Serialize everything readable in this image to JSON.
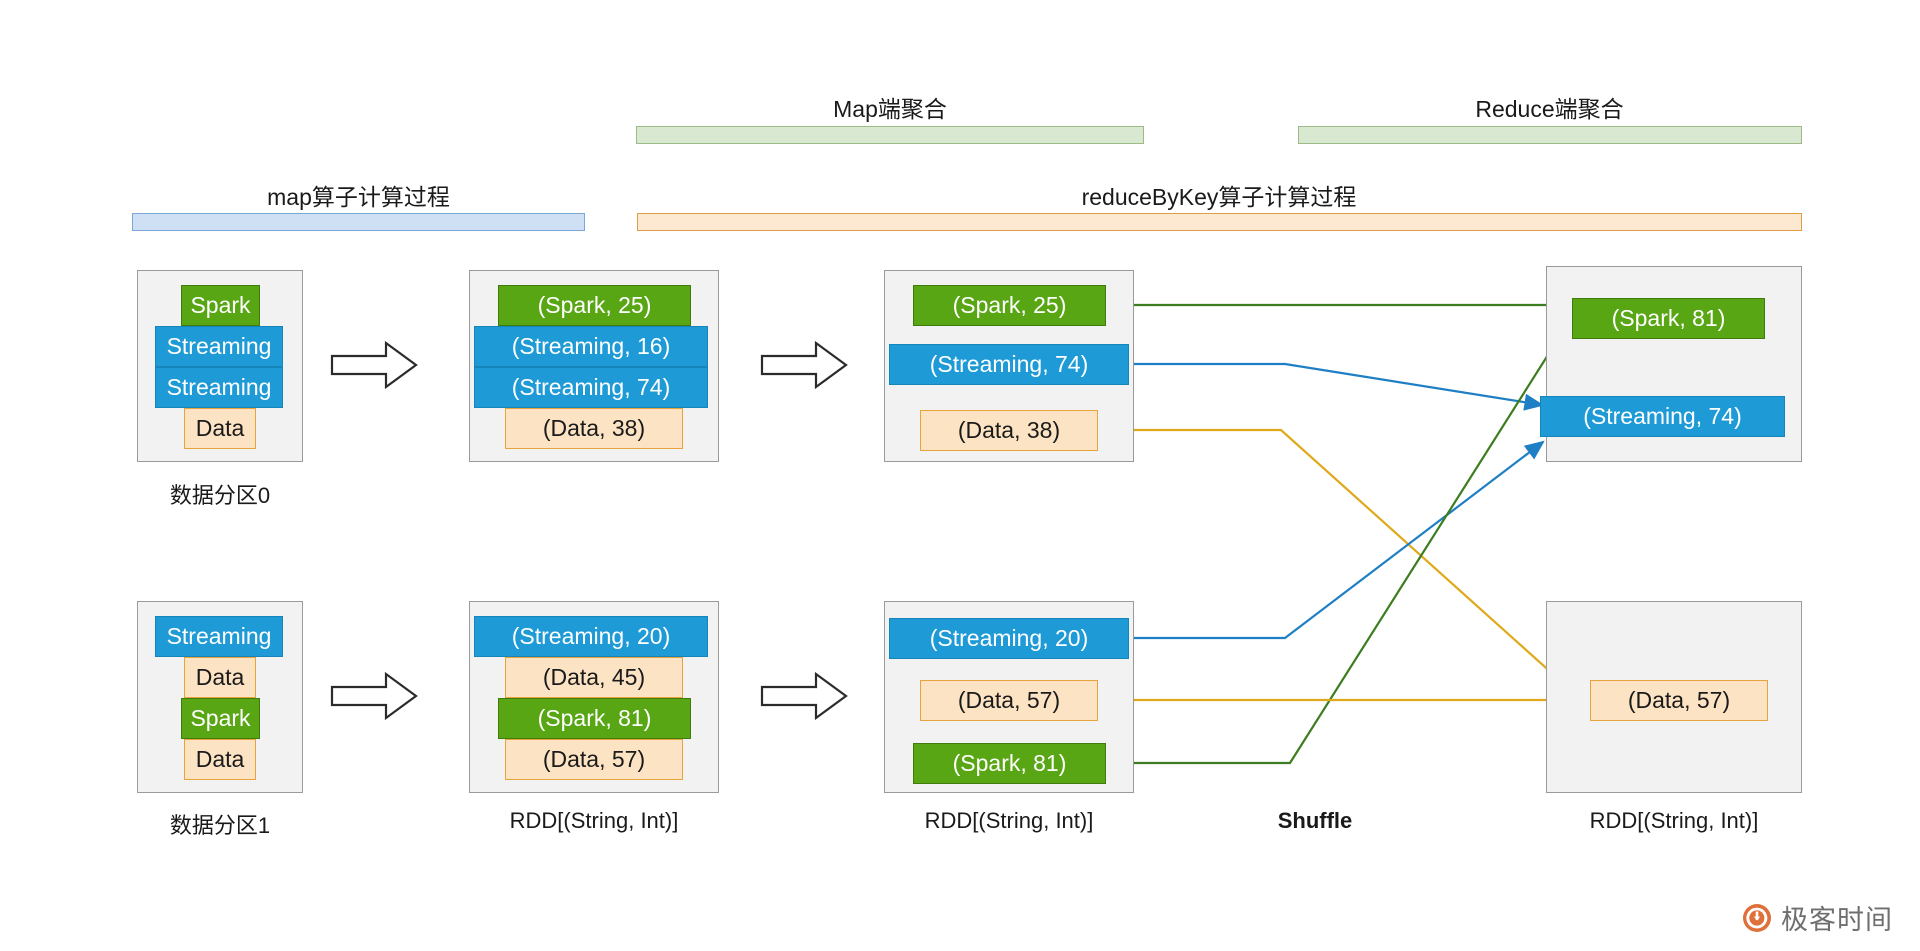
{
  "phases": {
    "map_agg": {
      "label": "Map端聚合"
    },
    "reduce_agg": {
      "label": "Reduce端聚合"
    },
    "map_op": {
      "label": "map算子计算过程"
    },
    "reduce_by_key_op": {
      "label": "reduceByKey算子计算过程"
    }
  },
  "columns": {
    "source": {
      "caption0": "数据分区0",
      "caption1": "数据分区1",
      "partition0": [
        {
          "text": "Spark",
          "color": "green"
        },
        {
          "text": "Streaming",
          "color": "blue"
        },
        {
          "text": "Streaming",
          "color": "blue"
        },
        {
          "text": "Data",
          "color": "orange"
        }
      ],
      "partition1": [
        {
          "text": "Streaming",
          "color": "blue"
        },
        {
          "text": "Data",
          "color": "orange"
        },
        {
          "text": "Spark",
          "color": "green"
        },
        {
          "text": "Data",
          "color": "orange"
        }
      ]
    },
    "mapped": {
      "caption": "RDD[(String, Int)]",
      "partition0": [
        {
          "text": "(Spark,  25)",
          "color": "green"
        },
        {
          "text": "(Streaming,  16)",
          "color": "blue"
        },
        {
          "text": "(Streaming,  74)",
          "color": "blue"
        },
        {
          "text": "(Data,  38)",
          "color": "orange"
        }
      ],
      "partition1": [
        {
          "text": "(Streaming,  20)",
          "color": "blue"
        },
        {
          "text": "(Data,  45)",
          "color": "orange"
        },
        {
          "text": "(Spark,  81)",
          "color": "green"
        },
        {
          "text": "(Data,  57)",
          "color": "orange"
        }
      ]
    },
    "map_side_aggregated": {
      "caption": "RDD[(String, Int)]",
      "partition0": [
        {
          "text": "(Spark,  25)",
          "color": "green"
        },
        {
          "text": "(Streaming,  74)",
          "color": "blue"
        },
        {
          "text": "(Data,  38)",
          "color": "orange"
        }
      ],
      "partition1": [
        {
          "text": "(Streaming,  20)",
          "color": "blue"
        },
        {
          "text": "(Data,  57)",
          "color": "orange"
        },
        {
          "text": "(Spark,  81)",
          "color": "green"
        }
      ]
    },
    "shuffle": {
      "label": "Shuffle"
    },
    "reduced": {
      "caption": "RDD[(String, Int)]",
      "partition0": [
        {
          "text": "(Spark,  81)",
          "color": "green"
        },
        {
          "text": "(Streaming,   74)",
          "color": "blue"
        }
      ],
      "partition1": [
        {
          "text": "(Data,  57)",
          "color": "orange"
        }
      ]
    }
  },
  "watermark": {
    "text": "极客时间"
  },
  "colors": {
    "green_fill": "#58a614",
    "blue_fill": "#1e9ad6",
    "orange_fill": "#fce3c3",
    "orange_stroke": "#e8a33d",
    "wire_green": "#3c7d20",
    "wire_blue": "#1e7fc4",
    "wire_orange": "#e0a91c",
    "bar_green": "#d9e8d0",
    "bar_blue": "#cfe0f5",
    "bar_orange": "#fde9d2"
  }
}
